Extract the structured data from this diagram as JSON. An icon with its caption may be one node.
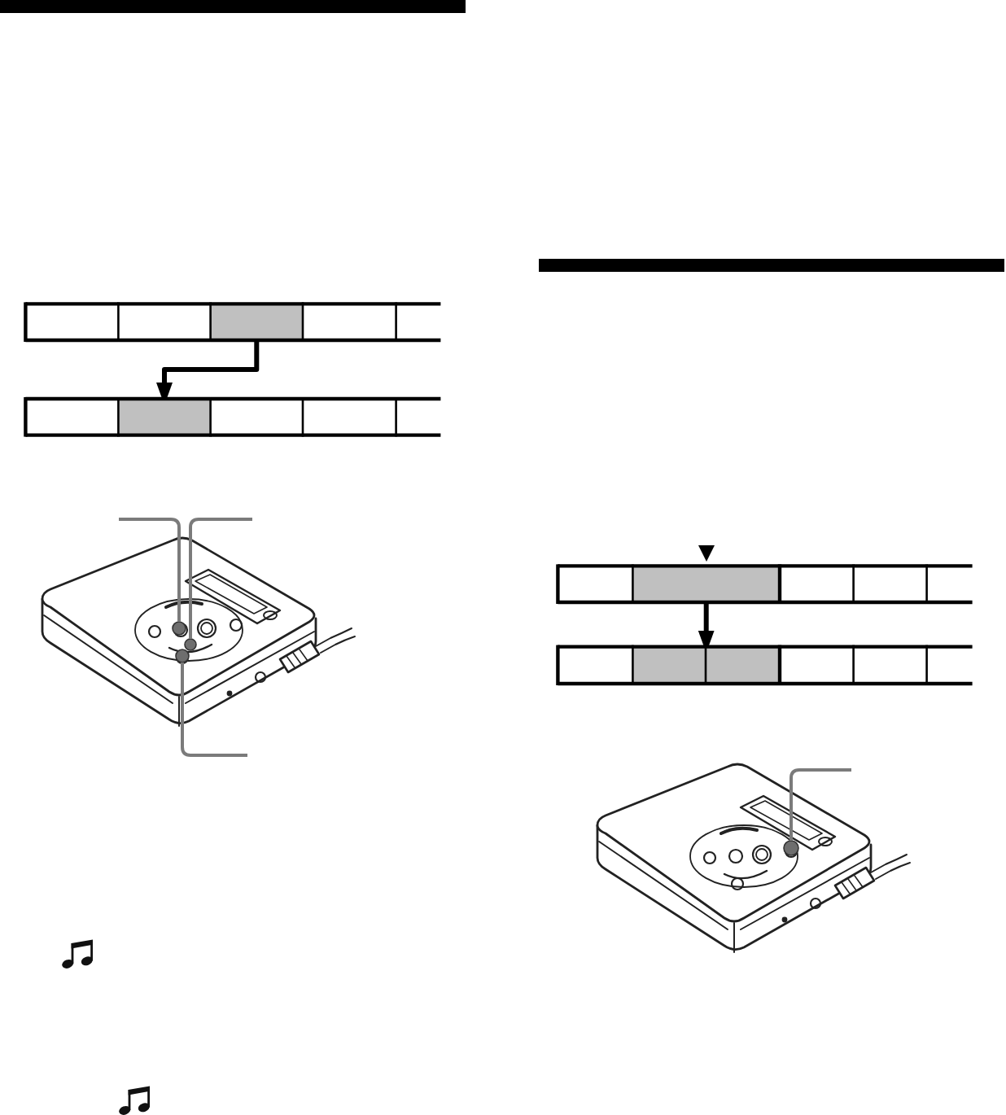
{
  "diagram": {
    "nodes": [
      {
        "text": [],
        "shape": "box"
      },
      {
        "text": [],
        "shape": "box"
      },
      {
        "text": [],
        "shape": "box"
      },
      {
        "text": [],
        "shape": "box"
      },
      {
        "text": [],
        "shape": "box"
      },
      {
        "text": [],
        "shape": "box"
      },
      {
        "text": [],
        "shape": "box"
      },
      {
        "text": [],
        "shape": "box"
      },
      {
        "text": [],
        "shape": "box"
      },
      {
        "text": [],
        "shape": "box"
      },
      {
        "text": [],
        "shape": "circle"
      },
      {
        "text": [],
        "shape": "circle"
      },
      {
        "text": [],
        "shape": "circle"
      },
      {
        "text": [],
        "shape": "box"
      },
      {
        "text": [],
        "shape": "box"
      },
      {
        "text": [],
        "shape": "box"
      },
      {
        "text": [],
        "shape": "box"
      },
      {
        "text": [],
        "shape": "box"
      },
      {
        "text": [],
        "shape": "box"
      },
      {
        "text": [],
        "shape": "box"
      },
      {
        "text": [],
        "shape": "box"
      },
      {
        "text": [],
        "shape": "box"
      },
      {
        "text": [],
        "shape": "box"
      },
      {
        "text": [],
        "shape": "box"
      },
      {
        "text": [],
        "shape": "circle"
      }
    ],
    "edges": [
      {
        "from": 2,
        "to": 6,
        "arrow": "to",
        "color": "#000000"
      },
      {
        "from": null,
        "to": 10,
        "arrow": "none"
      },
      {
        "from": null,
        "to": 11,
        "arrow": "none"
      },
      {
        "from": null,
        "to": 12,
        "arrow": "none"
      },
      {
        "from": 14,
        "to": 19,
        "arrow": "to",
        "color": "#000000"
      },
      {
        "from": 14,
        "to": 20,
        "arrow": "to",
        "color": "#000000"
      },
      {
        "from": null,
        "to": 24,
        "arrow": "none"
      }
    ]
  }
}
